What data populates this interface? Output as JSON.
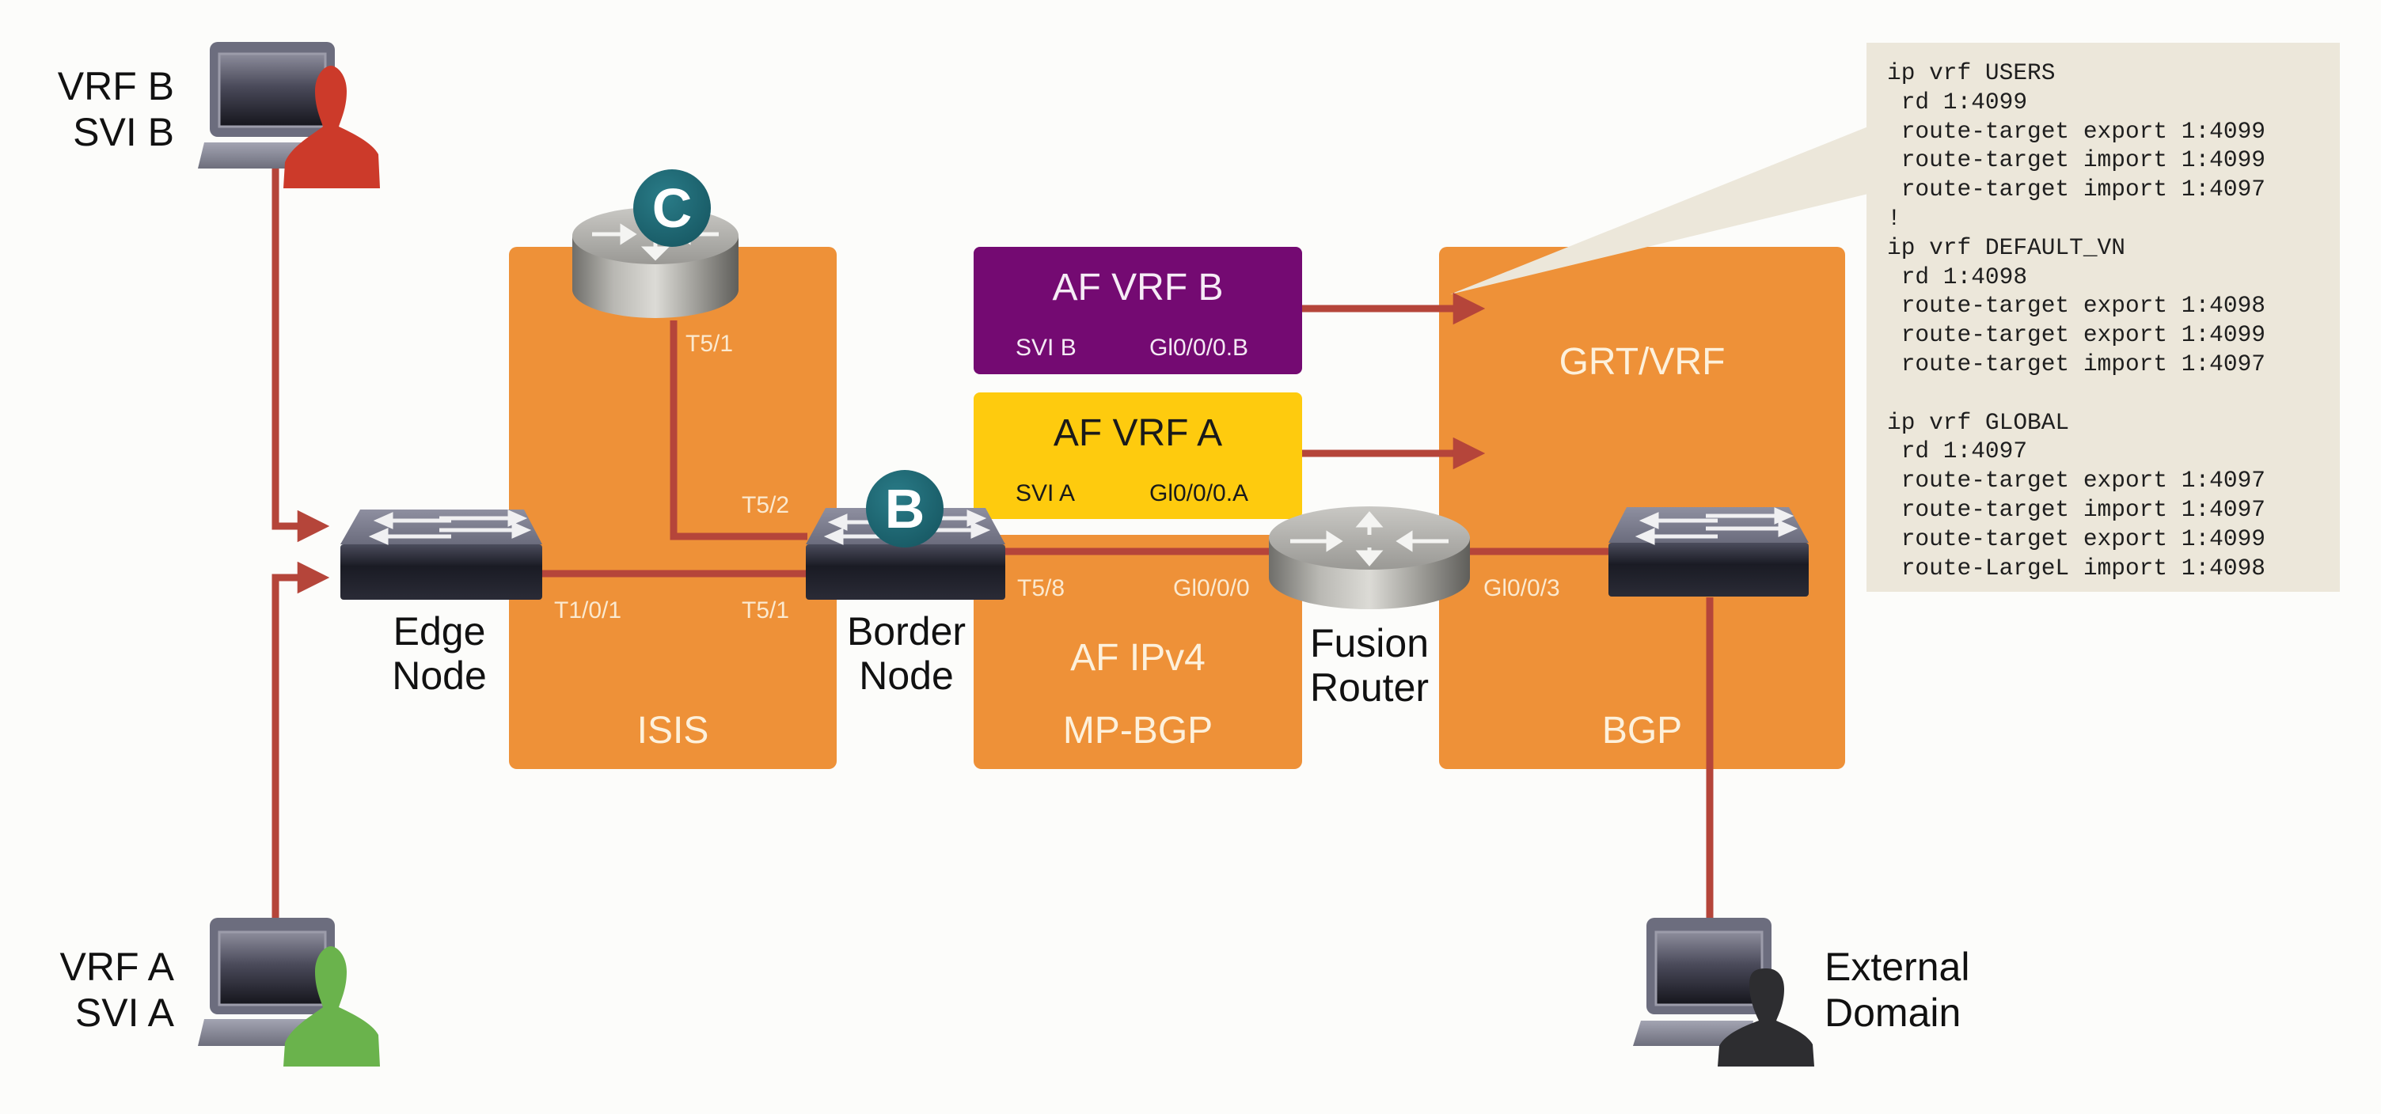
{
  "colors": {
    "domain_orange": "#ee9138",
    "vrf_b_purple": "#740a72",
    "vrf_a_yellow": "#fecb0e",
    "link_red": "#b5453a",
    "badge_teal": "#1d6470",
    "config_bg": "#ece7da",
    "user_red": "#cc3a2a",
    "user_green": "#6ab34c",
    "user_black": "#2d2d30"
  },
  "endpoints": {
    "vrf_b": {
      "line1": "VRF B",
      "line2": "SVI B",
      "user_icon": "user-red-icon"
    },
    "vrf_a": {
      "line1": "VRF A",
      "line2": "SVI A",
      "user_icon": "user-green-icon"
    },
    "external": {
      "line1": "External",
      "line2": "Domain",
      "user_icon": "user-black-icon"
    }
  },
  "devices": {
    "edge_node": {
      "line1": "Edge",
      "line2": "Node",
      "type": "switch"
    },
    "border_node": {
      "line1": "Border",
      "line2": "Node",
      "type": "switch",
      "badge": "B"
    },
    "control_plane": {
      "type": "router",
      "badge": "C"
    },
    "fusion_router": {
      "line1": "Fusion",
      "line2": "Router",
      "type": "router"
    },
    "external_switch": {
      "type": "switch"
    }
  },
  "domains": {
    "isis": {
      "label": "ISIS"
    },
    "mpbgp": {
      "label_top": "AF IPv4",
      "label_bottom": "MP-BGP"
    },
    "grt": {
      "label_top": "GRT/VRF",
      "label_bottom": "BGP"
    }
  },
  "vrf_boxes": {
    "vrf_b": {
      "title": "AF VRF B",
      "svi": "SVI B",
      "iface": "Gl0/0/0.B"
    },
    "vrf_a": {
      "title": "AF VRF A",
      "svi": "SVI A",
      "iface": "Gl0/0/0.A"
    }
  },
  "ports": {
    "c_t5_1": "T5/1",
    "b_t5_2": "T5/2",
    "edge_t1_0_1": "T1/0/1",
    "b_t5_1": "T5/1",
    "b_t5_8": "T5/8",
    "fusion_gi0_0_0": "Gl0/0/0",
    "fusion_gi0_0_3": "Gl0/0/3"
  },
  "config": {
    "lines": [
      "ip vrf USERS",
      " rd 1:4099",
      " route-target export 1:4099",
      " route-target import 1:4099",
      " route-target import 1:4097",
      "!",
      "ip vrf DEFAULT_VN",
      " rd 1:4098",
      " route-target export 1:4098",
      " route-target export 1:4099",
      " route-target import 1:4097",
      "",
      "ip vrf GLOBAL",
      " rd 1:4097",
      " route-target export 1:4097",
      " route-target import 1:4097",
      " route-target export 1:4099",
      " route-LargeL import 1:4098"
    ]
  }
}
